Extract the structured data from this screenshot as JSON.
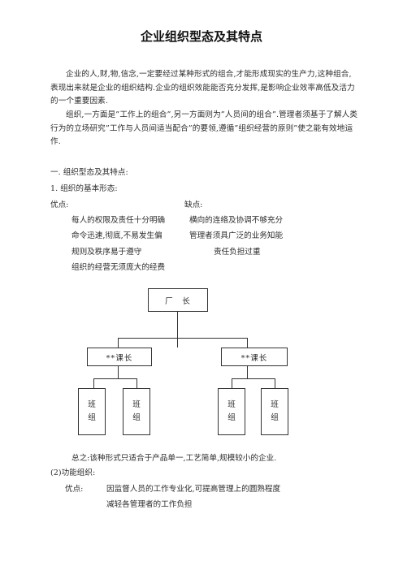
{
  "title": "企业组织型态及其特点",
  "paragraphs": [
    "企业的人,财,物,信念,一定要经过某种形式的组合,才能形成现实的生产力,这种组合,表现出来就是企业的组织结构.企业的组织效能能否充分发挥,是影响企业效率高低及活力的一个重要因素.",
    "组织,一方面是”工作上的组合”,另一方面则为”人员间的组合”.管理者须基于了解人类行为的立场研究”工作与人员间适当配合”的要领,遵循”组织经营的原则”使之能有效地运作."
  ],
  "section1": "一. 组织型态及其特点:",
  "sub1": "1. 组织的基本形态:",
  "advantages_label": "优点:",
  "disadvantages_label": "缺点:",
  "advantages": [
    "每人的权限及责任十分明确",
    "命令迅速,彻底,不易发生偏",
    "规则及秩序易于遵守",
    "组织的经营无须庞大的经费"
  ],
  "disadvantages": [
    "横向的连络及协调不够充分",
    "管理者须具广泛的业务知能",
    "责任负担过重"
  ],
  "org_chart": {
    "top": "厂　长",
    "managers": [
      "**课长",
      "**课长"
    ],
    "teams": [
      [
        "班",
        "组"
      ],
      [
        "班",
        "组"
      ],
      [
        "班",
        "组"
      ],
      [
        "班",
        "组"
      ]
    ]
  },
  "summary": "总之:该种形式只适合于产品单一,工艺简单,规模较小的企业.",
  "sub2": "(2)功能组织:",
  "func_adv_label": "优点:",
  "func_adv": [
    "因监督人员的工作专业化,可提高管理上的圆熟程度",
    "减轻各管理者的工作负担"
  ]
}
